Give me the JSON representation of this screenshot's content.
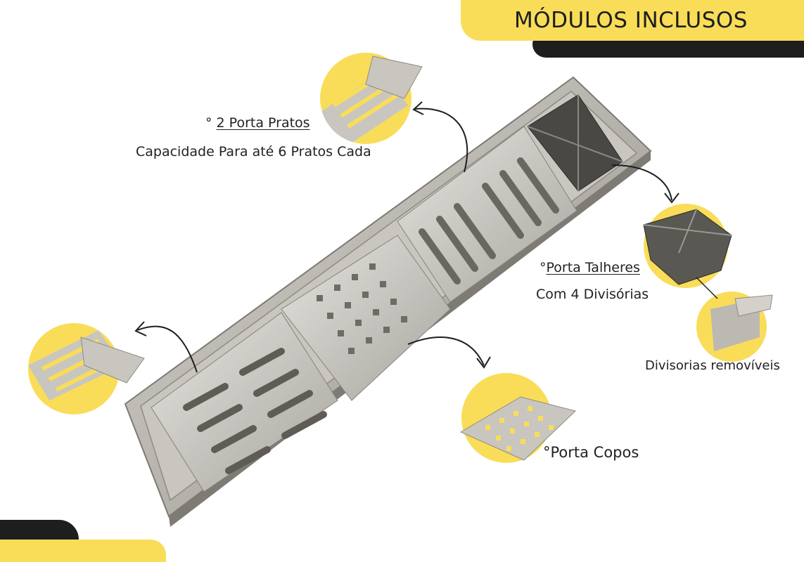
{
  "header": {
    "title": "MÓDULOS INCLUSOS"
  },
  "labels": {
    "porta_pratos": {
      "prefix": "° ",
      "name": "2 Porta Pratos",
      "desc": "Capacidade Para até 6 Pratos Cada"
    },
    "porta_talheres": {
      "prefix": "°",
      "name": "Porta Talheres",
      "desc": "Com 4 Divisórias"
    },
    "divisorias": {
      "text": "Divisorias removíveis"
    },
    "porta_copos": {
      "text": "°Porta Copos"
    }
  },
  "colors": {
    "accent_yellow": "#f9dd59",
    "dark": "#1e1e1e",
    "steel": "#b9b6ae"
  }
}
